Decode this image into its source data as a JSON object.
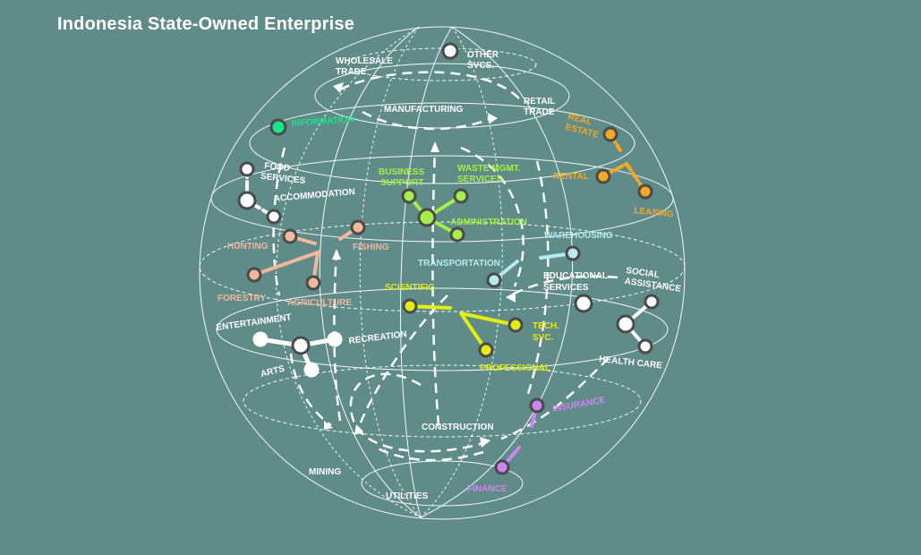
{
  "title": "Indonesia State-Owned Enterprise",
  "colors": {
    "background": "#5f8b89",
    "globe": "#ffffff",
    "green": "#a6ee4a",
    "lime": "#e4ec16",
    "peach": "#f1b89c",
    "orange": "#f5a821",
    "cyan": "#b4ecf2",
    "violet": "#cf84f3",
    "mint": "#19e58a",
    "white": "#ffffff"
  },
  "sectors": {
    "wholesale": [
      "WHOLESALE",
      "TRADE"
    ],
    "other": [
      "OTHER",
      "SVCS."
    ],
    "retail": [
      "RETAIL",
      "TRADE"
    ],
    "manufacturing": [
      "MANUFACTURING"
    ],
    "information": [
      "INFORMATION"
    ],
    "real_estate": [
      "REAL",
      "ESTATE"
    ],
    "rental": [
      "RENTAL"
    ],
    "leasing": [
      "LEASING"
    ],
    "food": [
      "FOOD",
      "SERVICES"
    ],
    "accommodation": [
      "ACCOMMODATION"
    ],
    "business": [
      "BUSINESS",
      "SUPPORT"
    ],
    "waste": [
      "WASTE MGMT.",
      "SERVICES"
    ],
    "administration": [
      "ADMINISTRATION"
    ],
    "hunting": [
      "HUNTING"
    ],
    "fishing": [
      "FISHING"
    ],
    "forestry": [
      "FORESTRY"
    ],
    "agriculture": [
      "AGRICULTURE"
    ],
    "warehousing": [
      "WAREHOUSING"
    ],
    "transportation": [
      "TRANSPORTATION"
    ],
    "educational": [
      "EDUCATIONAL",
      "SERVICES"
    ],
    "social": [
      "SOCIAL",
      "ASSISTANCE"
    ],
    "health": [
      "HEALTH CARE"
    ],
    "scientific": [
      "SCIENTIFIC"
    ],
    "tech": [
      "TECH.",
      "SVC."
    ],
    "professional": [
      "PROFESSIONAL"
    ],
    "entertainment": [
      "ENTERTAINMENT"
    ],
    "recreation": [
      "RECREATION"
    ],
    "arts": [
      "ARTS"
    ],
    "insurance": [
      "INSURANCE"
    ],
    "construction": [
      "CONSTRUCTION"
    ],
    "mining": [
      "MINING"
    ],
    "utilities": [
      "UTILITIES"
    ],
    "finance": [
      "FINANCE"
    ]
  }
}
